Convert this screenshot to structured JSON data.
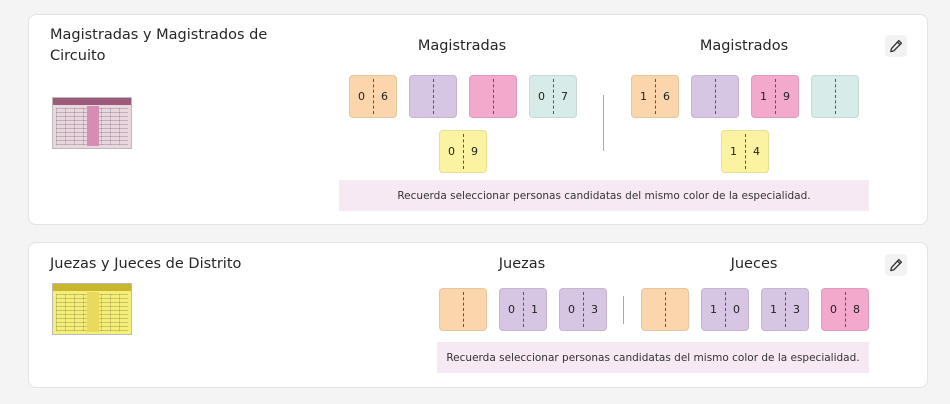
{
  "colors": {
    "orange": "#fbd6ad",
    "purple": "#d6c5e3",
    "pink": "#f3a9cb",
    "mint": "#d7ece9",
    "yellow": "#fbf3a1",
    "notice_bg": "#f7e9f3"
  },
  "circuit": {
    "title": "Magistradas y Magistrados de Circuito",
    "left_group": {
      "title": "Magistradas",
      "tiles": [
        {
          "color": "orange",
          "left": "0",
          "right": "6"
        },
        {
          "color": "purple",
          "left": "",
          "right": ""
        },
        {
          "color": "pink",
          "left": "",
          "right": ""
        },
        {
          "color": "mint",
          "left": "0",
          "right": "7"
        },
        {
          "color": "yellow",
          "left": "0",
          "right": "9"
        }
      ]
    },
    "right_group": {
      "title": "Magistrados",
      "tiles": [
        {
          "color": "orange",
          "left": "1",
          "right": "6"
        },
        {
          "color": "purple",
          "left": "",
          "right": ""
        },
        {
          "color": "pink",
          "left": "1",
          "right": "9"
        },
        {
          "color": "mint",
          "left": "",
          "right": ""
        },
        {
          "color": "yellow",
          "left": "1",
          "right": "4"
        }
      ]
    },
    "notice": "Recuerda seleccionar personas candidatas del mismo color de la especialidad.",
    "edit_icon": "pencil-icon"
  },
  "district": {
    "title": "Juezas y Jueces de Distrito",
    "left_group": {
      "title": "Juezas",
      "tiles": [
        {
          "color": "orange",
          "left": "",
          "right": ""
        },
        {
          "color": "purple",
          "left": "0",
          "right": "1"
        },
        {
          "color": "purple",
          "left": "0",
          "right": "3"
        }
      ]
    },
    "right_group": {
      "title": "Jueces",
      "tiles": [
        {
          "color": "orange",
          "left": "",
          "right": ""
        },
        {
          "color": "purple",
          "left": "1",
          "right": "0"
        },
        {
          "color": "purple",
          "left": "1",
          "right": "3"
        },
        {
          "color": "pink",
          "left": "0",
          "right": "8"
        }
      ]
    },
    "notice": "Recuerda seleccionar personas candidatas del mismo color de la especialidad.",
    "edit_icon": "pencil-icon"
  }
}
